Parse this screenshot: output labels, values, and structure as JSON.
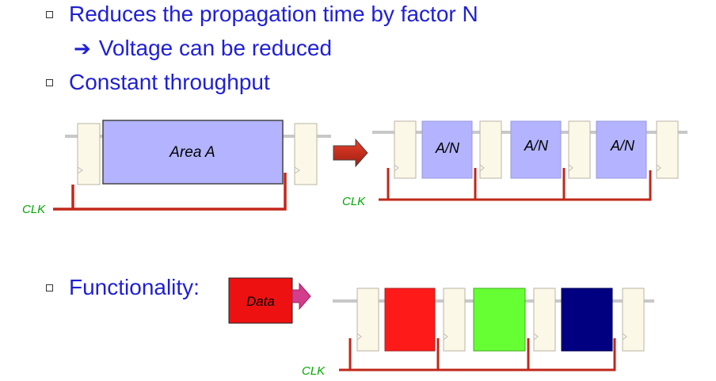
{
  "bullets": {
    "b1": "Reduces the propagation time by factor N",
    "b2": "Voltage can be reduced",
    "b3": "Constant throughput",
    "b4": "Functionality:"
  },
  "icons": {
    "sub_arrow": "arrow-right-icon",
    "bullet": "square-bullet-icon"
  },
  "diagram1": {
    "block_label": "Area A",
    "clk_label": "CLK"
  },
  "diagram2": {
    "block_labels": [
      "A/N",
      "A/N",
      "A/N"
    ],
    "clk_label": "CLK"
  },
  "diagram3": {
    "data_label": "Data",
    "clk_label": "CLK",
    "block_colors": [
      "#ff1a1a",
      "#66ff33",
      "#000080"
    ]
  },
  "colors": {
    "text": "#1f1fd6",
    "clk_text": "#00aa00",
    "clk_wire": "#c0281a",
    "register_fill": "#fbf8e8",
    "logic_fill": "#b3b3ff",
    "data_fill": "#ee1111"
  }
}
